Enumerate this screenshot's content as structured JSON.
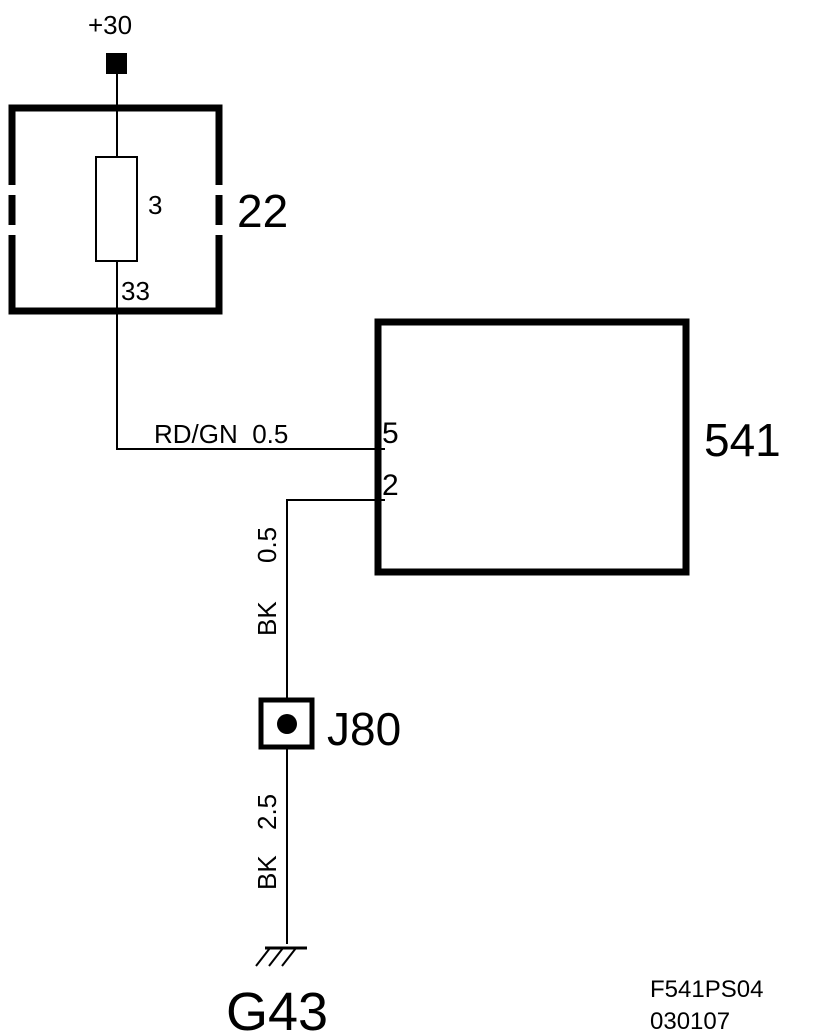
{
  "supply": {
    "label": "+30"
  },
  "fuse_box": {
    "id": "22",
    "fuse_number": "3",
    "output_pin": "33"
  },
  "module": {
    "id": "541",
    "pin_top": "5",
    "pin_bottom": "2"
  },
  "wires": {
    "supply_to_module": "RD/GN  0.5",
    "module_to_junction_color": "BK",
    "module_to_junction_size": "0.5",
    "junction_to_ground_color": "BK",
    "junction_to_ground_size": "2.5"
  },
  "junction": {
    "id": "J80"
  },
  "ground": {
    "id": "G43"
  },
  "footer": {
    "code": "F541PS04",
    "date": "030107"
  }
}
